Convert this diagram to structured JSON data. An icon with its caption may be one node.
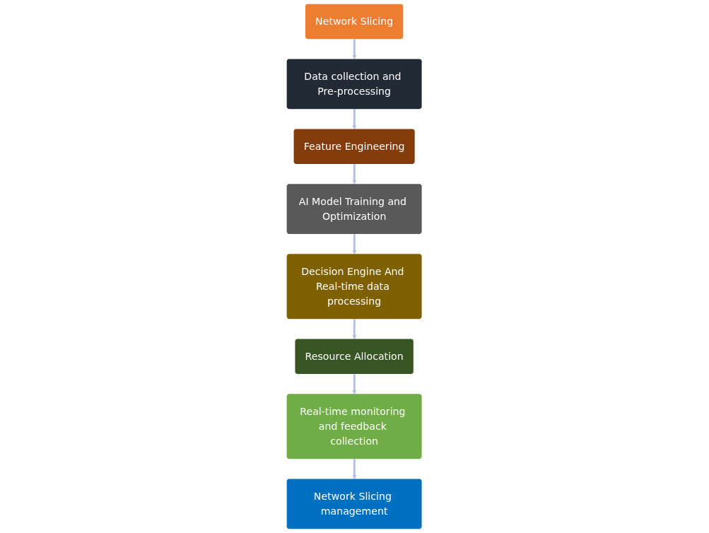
{
  "diagram": {
    "nodes": [
      {
        "text": [
          "Network Slicing"
        ]
      },
      {
        "text": [
          "Data collection and Pre-processing"
        ]
      },
      {
        "text": [
          "Feature Engineering"
        ]
      },
      {
        "text": [
          "AI Model Training and Optimization"
        ]
      },
      {
        "text": [
          "Decision Engine And Real-time data processing"
        ]
      },
      {
        "text": [
          "Resource Allocation"
        ]
      },
      {
        "text": [
          "Real-time monitoring and feedback collection"
        ]
      },
      {
        "text": [
          "Network Slicing management"
        ]
      }
    ],
    "edges": [
      {
        "from": 0,
        "to": 1,
        "arrow": "to"
      },
      {
        "from": 1,
        "to": 2,
        "arrow": "to"
      },
      {
        "from": 2,
        "to": 3,
        "arrow": "to"
      },
      {
        "from": 3,
        "to": 4,
        "arrow": "to"
      },
      {
        "from": 4,
        "to": 5,
        "arrow": "to"
      },
      {
        "from": 5,
        "to": 6,
        "arrow": "to"
      },
      {
        "from": 6,
        "to": 7,
        "arrow": "to"
      }
    ]
  }
}
